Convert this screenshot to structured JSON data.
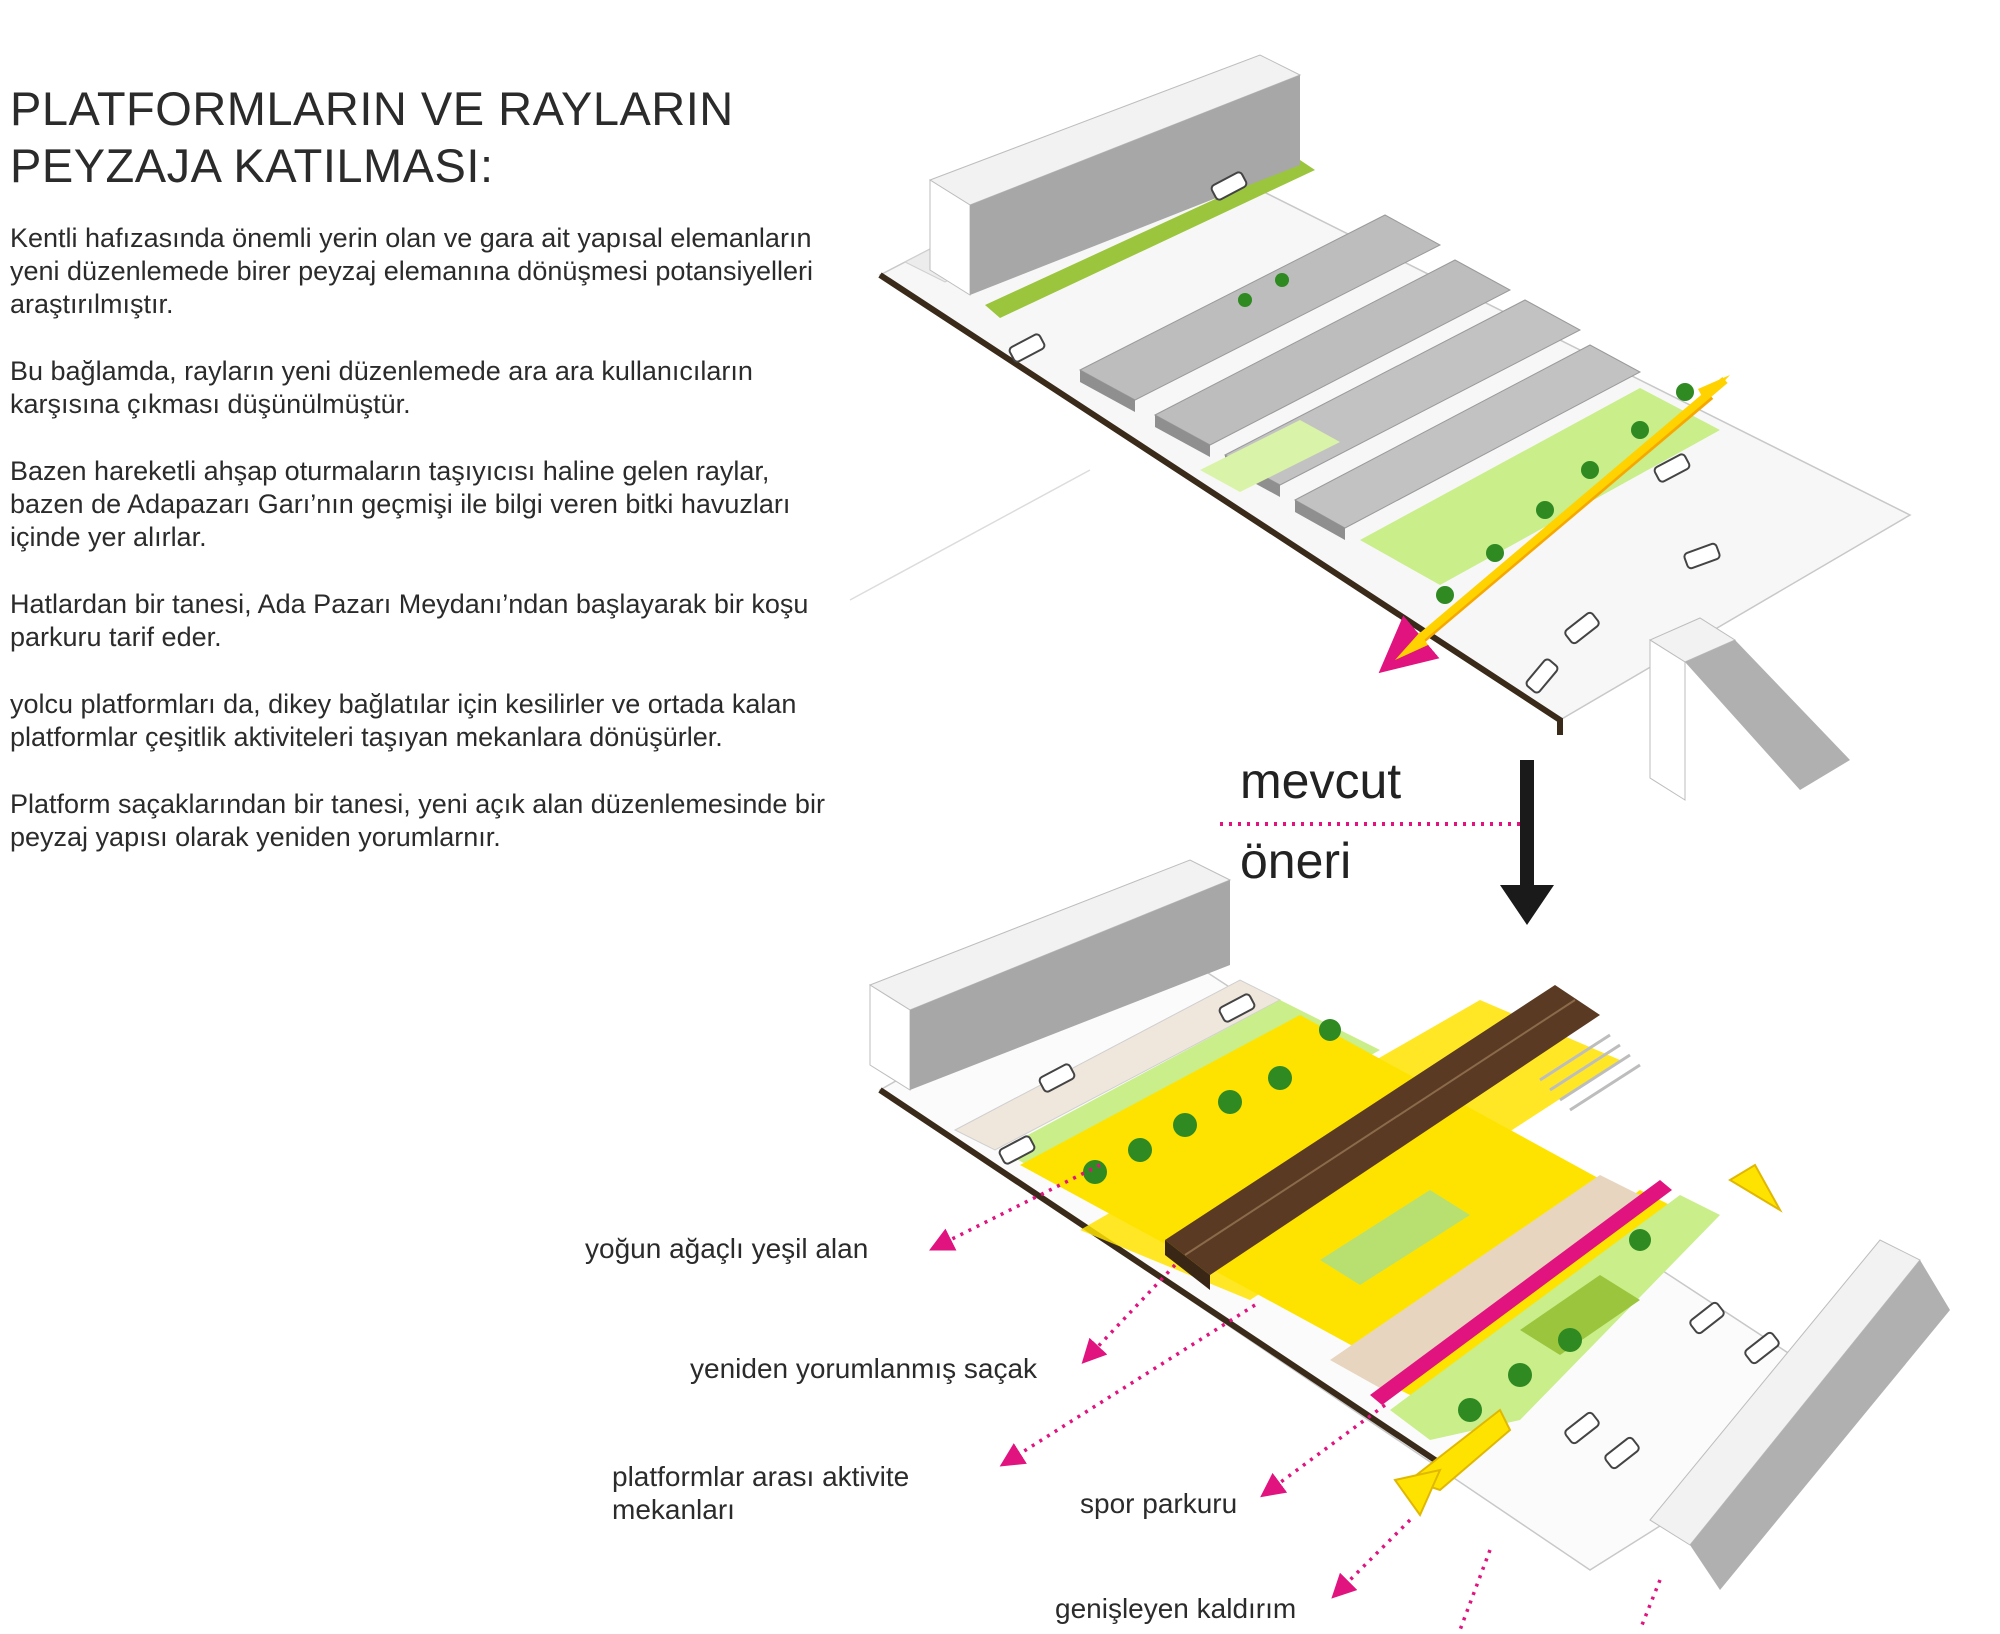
{
  "title": {
    "line1": "PLATFORMLARIN VE RAYLARIN",
    "line2": "PEYZAJA KATILMASI:"
  },
  "paragraphs": [
    "Kentli hafızasında önemli yerin olan ve gara ait yapısal elemanların yeni düzenlemede birer peyzaj elemanına dönüşmesi potansiyelleri araştırılmıştır.",
    "Bu bağlamda, rayların yeni düzenlemede ara ara kullanıcıların karşısına çıkması düşünülmüştür.",
    "Bazen hareketli ahşap oturmaların taşıyıcısı haline gelen raylar, bazen de Adapazarı Garı’nın geçmişi ile bilgi veren bitki havuzları içinde yer alırlar.",
    "Hatlardan bir tanesi, Ada Pazarı Meydanı’ndan başlayarak bir koşu parkuru tarif eder.",
    "yolcu platformları da, dikey bağlatılar için kesilirler ve ortada kalan platformlar çeşitlik aktiviteleri taşıyan mekanlara dönüşürler.",
    "Platform saçaklarından bir tanesi, yeni açık alan düzenlemesinde bir peyzaj yapısı olarak yeniden yorumlarnır."
  ],
  "stages": {
    "before": "mevcut",
    "after": "öneri"
  },
  "callouts": {
    "green_area": "yoğun ağaçlı yeşil alan",
    "canopy": "yeniden yorumlanmış saçak",
    "activity_line1": "platformlar arası aktivite",
    "activity_line2": "mekanları",
    "sport_track": "spor parkuru",
    "sidewalk": "genişleyen kaldırım"
  },
  "colors": {
    "accent_magenta": "#e0137f",
    "yellow": "#ffe300",
    "orange": "#f6a800",
    "light_green": "#c9ee8a",
    "grass_green": "#88c23a",
    "tree_green": "#2f8a22",
    "timber_brown": "#5a3a22",
    "building_grey": "#a7a7a7",
    "arrow_black": "#1a1a1a"
  }
}
